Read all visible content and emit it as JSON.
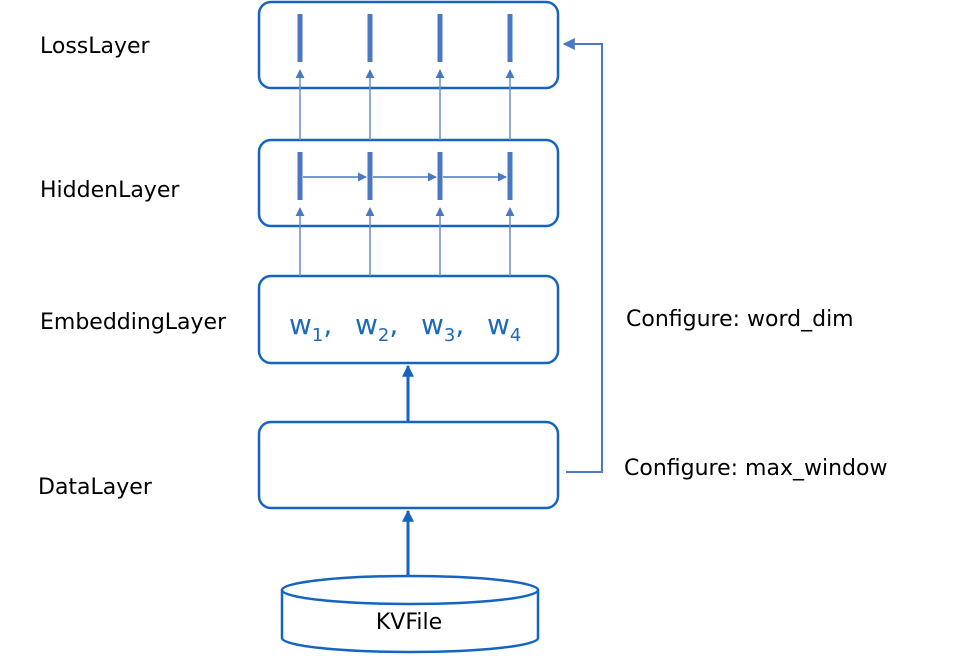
{
  "colors": {
    "box_stroke": "#1565c0",
    "thin_line": "#6a8ec9",
    "arrow": "#1565c0",
    "word_text": "#1e6ab8",
    "unit_bar": "#4a78c2"
  },
  "layers": {
    "loss": "LossLayer",
    "hidden": "HiddenLayer",
    "embedding": "EmbeddingLayer",
    "data": "DataLayer"
  },
  "embedding_words": [
    {
      "base": "w",
      "sub": "1",
      "sep": ","
    },
    {
      "base": "w",
      "sub": "2",
      "sep": ","
    },
    {
      "base": "w",
      "sub": "3",
      "sep": ","
    },
    {
      "base": "w",
      "sub": "4",
      "sep": ""
    }
  ],
  "config": {
    "word_dim": "Configure: word_dim",
    "max_window": "Configure: max_window"
  },
  "source": {
    "file_label": "KVFile"
  }
}
